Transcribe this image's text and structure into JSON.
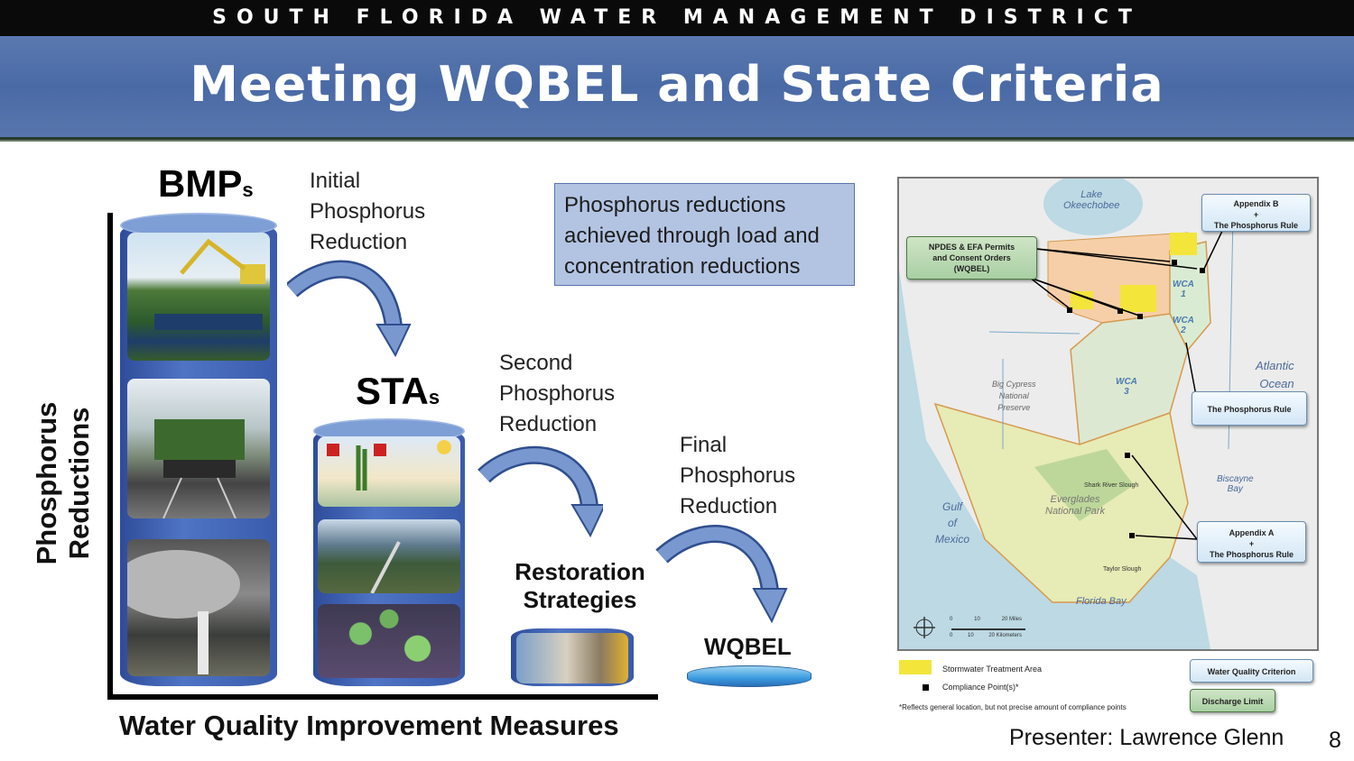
{
  "header": {
    "org": "SOUTH FLORIDA WATER MANAGEMENT DISTRICT",
    "title": "Meeting WQBEL and State Criteria"
  },
  "diagram": {
    "y_axis_label": "Phosphorus Reductions",
    "x_axis_label": "Water Quality Improvement Measures",
    "bmps": {
      "main": "BMP",
      "suffix": "s"
    },
    "stas": {
      "main": "STA",
      "suffix": "s"
    },
    "restoration": {
      "line1": "Restoration",
      "line2": "Strategies"
    },
    "wqbel": "WQBEL",
    "step1": [
      "Initial",
      "Phosphorus",
      "Reduction"
    ],
    "step2": [
      "Second",
      "Phosphorus",
      "Reduction"
    ],
    "step3": [
      "Final",
      "Phosphorus",
      "Reduction"
    ],
    "note": "Phosphorus reductions achieved through load and concentration reductions",
    "colors": {
      "cylinder": "#3a5bab",
      "arrow": "#7a98d0",
      "note_box": "#b3c4e3"
    }
  },
  "map": {
    "labels": {
      "lake": [
        "Lake",
        "Okeechobee"
      ],
      "wca1": [
        "WCA",
        "1"
      ],
      "wca2": [
        "WCA",
        "2"
      ],
      "wca3": [
        "WCA",
        "3"
      ],
      "big_cypress": [
        "Big Cypress",
        "National",
        "Preserve"
      ],
      "everglades": [
        "Everglades",
        "National Park"
      ],
      "atlantic": [
        "Atlantic",
        "Ocean"
      ],
      "gulf": [
        "Gulf",
        "of",
        "Mexico"
      ],
      "biscayne": [
        "Biscayne",
        "Bay"
      ],
      "florida_bay": "Florida Bay",
      "shark_river": "Shark River Slough",
      "taylor": "Taylor Slough"
    },
    "callouts": {
      "npdes": [
        "NPDES & EFA Permits",
        "and Consent Orders",
        "(WQBEL)"
      ],
      "appendix_b": [
        "Appendix B",
        "+",
        "The Phosphorus Rule"
      ],
      "phos_rule": "The Phosphorus Rule",
      "appendix_a": [
        "Appendix A",
        "+",
        "The Phosphorus Rule"
      ]
    },
    "scale": {
      "miles": [
        "0",
        "10",
        "20 Miles"
      ],
      "km": [
        "0",
        "10",
        "20 Kilometers"
      ]
    },
    "legend": {
      "sta": "Stormwater Treatment Area",
      "compliance": "Compliance Point(s)*",
      "footnote": "*Reflects general location, but not precise amount of compliance points",
      "wq_criterion": "Water Quality Criterion",
      "discharge_limit": "Discharge Limit"
    }
  },
  "footer": {
    "presenter": "Presenter: Lawrence Glenn",
    "page": "8"
  }
}
